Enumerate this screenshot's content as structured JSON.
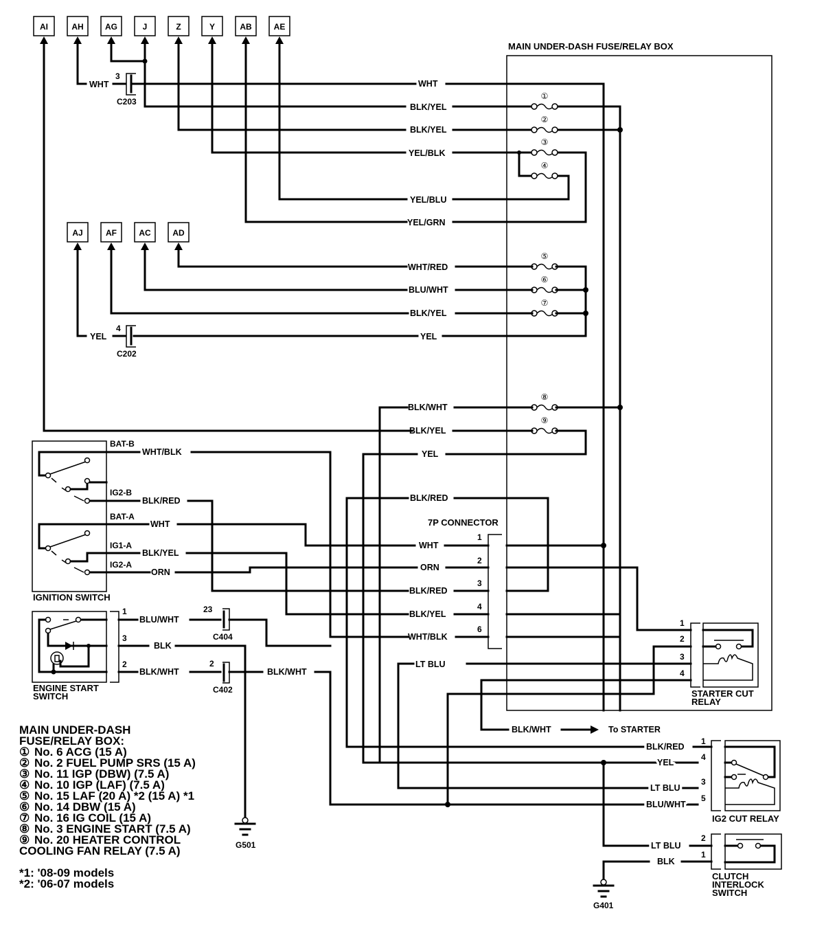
{
  "title": "MAIN UNDER-DASH FUSE/RELAY BOX",
  "terminals_top": [
    "AI",
    "AH",
    "AG",
    "J",
    "Z",
    "Y",
    "AB",
    "AE"
  ],
  "terminals_mid": [
    "AJ",
    "AF",
    "AC",
    "AD"
  ],
  "wires": {
    "c203_wht_left": "WHT",
    "c203_pin": "3",
    "c203_name": "C203",
    "r1": "WHT",
    "r2": "BLK/YEL",
    "r3": "BLK/YEL",
    "r4": "YEL/BLK",
    "r5": "YEL/BLU",
    "r6": "YEL/GRN",
    "r7": "WHT/RED",
    "r8": "BLU/WHT",
    "r9": "BLK/YEL",
    "r10": "YEL",
    "c202_yel_left": "YEL",
    "c202_pin": "4",
    "c202_name": "C202",
    "r11": "BLK/WHT",
    "r12": "BLK/YEL",
    "r13": "YEL",
    "blk_red_top": "BLK/RED"
  },
  "fuses": [
    "①",
    "②",
    "③",
    "④",
    "⑤",
    "⑥",
    "⑦",
    "⑧",
    "⑨"
  ],
  "ignition_switch": {
    "name": "IGNITION SWITCH",
    "terminals": [
      "BAT-B",
      "IG2-B",
      "BAT-A",
      "IG1-A",
      "IG2-A"
    ],
    "wires": [
      "WHT/BLK",
      "BLK/RED",
      "WHT",
      "BLK/YEL",
      "ORN"
    ]
  },
  "connector_7p": {
    "name": "7P CONNECTOR",
    "pins": [
      {
        "pin": "1",
        "wire": "WHT"
      },
      {
        "pin": "2",
        "wire": "ORN"
      },
      {
        "pin": "3",
        "wire": "BLK/RED"
      },
      {
        "pin": "4",
        "wire": "BLK/YEL"
      },
      {
        "pin": "6",
        "wire": "WHT/BLK"
      }
    ]
  },
  "engine_start_switch": {
    "name_line1": "ENGINE START",
    "name_line2": "SWITCH",
    "pins": [
      "1",
      "3",
      "2"
    ],
    "wires": [
      "BLU/WHT",
      "BLK",
      "BLK/WHT"
    ],
    "c404_pin": "23",
    "c404_name": "C404",
    "c402_pin": "2",
    "c402_name": "C402",
    "blk_wht_right": "BLK/WHT",
    "ground": "G501"
  },
  "starter_cut_relay": {
    "name_line1": "STARTER CUT",
    "name_line2": "RELAY",
    "pins": [
      "1",
      "2",
      "3",
      "4"
    ],
    "lt_blu": "LT BLU",
    "to_starter_wire": "BLK/WHT",
    "to_starter": "To STARTER"
  },
  "ig2_cut_relay": {
    "name": "IG2 CUT RELAY",
    "pins": [
      {
        "pin": "1",
        "wire": "BLK/RED"
      },
      {
        "pin": "4",
        "wire": "YEL"
      },
      {
        "pin": "3",
        "wire": "LT BLU"
      },
      {
        "pin": "5",
        "wire": "BLU/WHT"
      }
    ]
  },
  "clutch_interlock_switch": {
    "name_lines": [
      "CLUTCH",
      "INTERLOCK",
      "SWITCH"
    ],
    "pins": [
      {
        "pin": "2",
        "wire": "LT BLU"
      },
      {
        "pin": "1",
        "wire": "BLK"
      }
    ],
    "ground": "G401"
  },
  "legend": {
    "heading_line1": "MAIN UNDER-DASH",
    "heading_line2": "FUSE/RELAY BOX:",
    "items": [
      {
        "mark": "①",
        "text": "No. 6 ACG (15 A)"
      },
      {
        "mark": "②",
        "text": "No. 2 FUEL PUMP SRS (15 A)"
      },
      {
        "mark": "③",
        "text": "No. 11 IGP (DBW) (7.5 A)"
      },
      {
        "mark": "④",
        "text": "No. 10 IGP (LAF) (7.5 A)"
      },
      {
        "mark": "⑤",
        "text": "No. 15 LAF (20 A) *2 (15 A) *1"
      },
      {
        "mark": "⑥",
        "text": "No. 14 DBW (15 A)"
      },
      {
        "mark": "⑦",
        "text": "No. 16 IG COIL (15 A)"
      },
      {
        "mark": "⑧",
        "text": "No. 3 ENGINE START (7.5 A)"
      },
      {
        "mark": "⑨",
        "text": "No. 20 HEATER CONTROL"
      }
    ],
    "tail": "COOLING FAN RELAY (7.5 A)",
    "notes": [
      "*1: '08-09 models",
      "*2: '06-07 models"
    ]
  }
}
